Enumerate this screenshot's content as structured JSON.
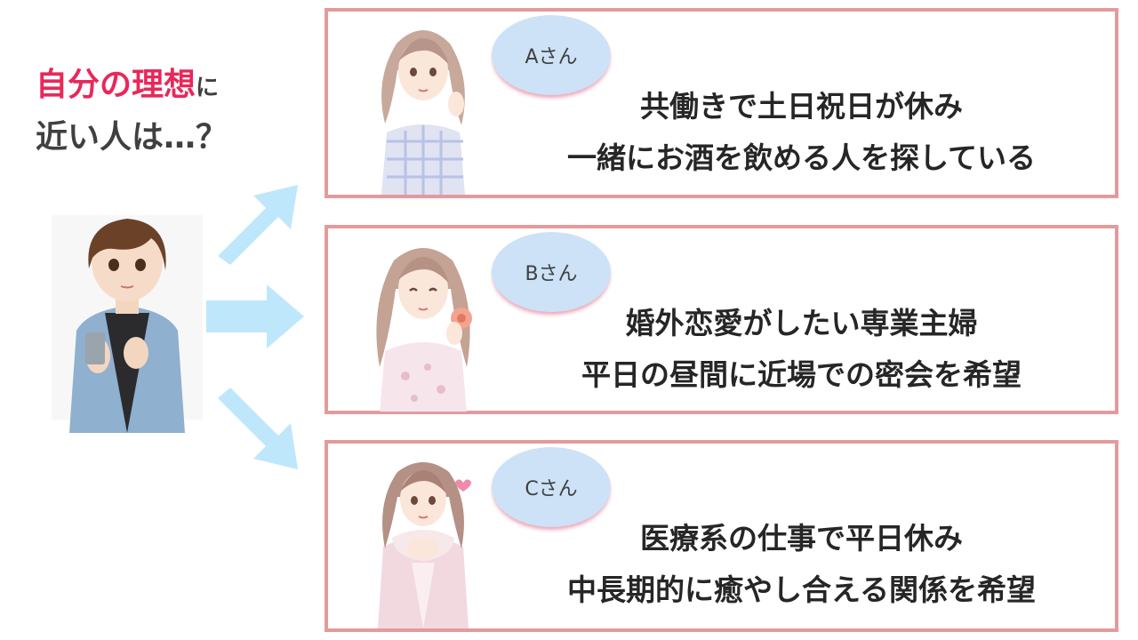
{
  "question": {
    "highlight": "自分の理想",
    "particle": "に",
    "line2": "近い人は…？"
  },
  "colors": {
    "accent_pink": "#e8285a",
    "card_border": "#e49a9c",
    "badge_fill": "#cde2f6",
    "arrow_fill": "#bfe7fb"
  },
  "man_icon": "man-with-smartphone-illustration",
  "candidates": [
    {
      "badge": "Aさん",
      "icon": "woman-gingham-blouse-illustration",
      "line1": "共働きで土日祝日が休み",
      "line2": "一緒にお酒を飲める人を探している"
    },
    {
      "badge": "Bさん",
      "icon": "woman-holding-flower-illustration",
      "line1": "婚外恋愛がしたい専業主婦",
      "line2": "平日の昼間に近場での密会を希望"
    },
    {
      "badge": "Cさん",
      "icon": "woman-pink-coat-illustration",
      "line1": "医療系の仕事で平日休み",
      "line2": "中長期的に癒やし合える関係を希望"
    }
  ]
}
